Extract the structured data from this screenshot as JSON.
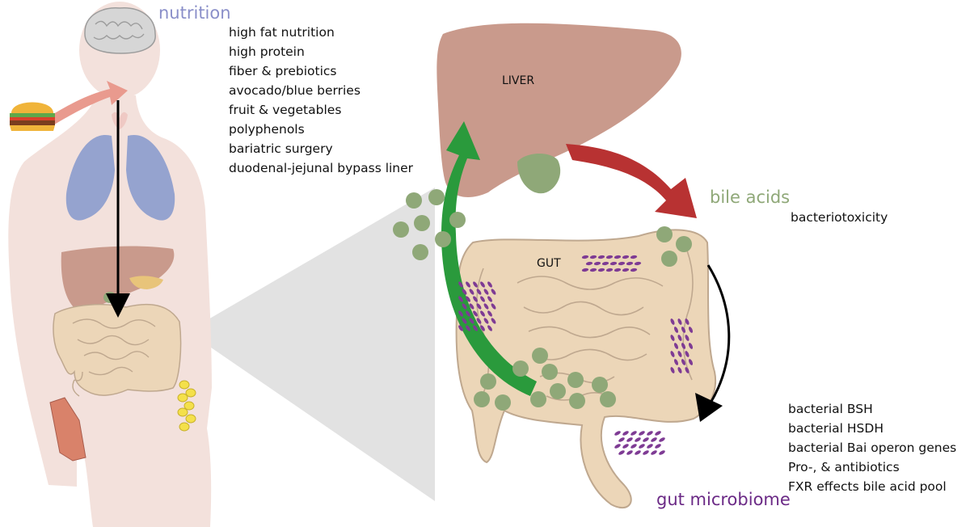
{
  "nutrition": {
    "title": "nutrition",
    "title_color": "#8a8fc9",
    "items": [
      "high fat nutrition",
      "high protein",
      "fiber & prebiotics",
      "avocado/blue berries",
      "fruit & vegetables",
      "polyphenols",
      "bariatric surgery",
      "duodenal-jejunal bypass liner"
    ]
  },
  "liver": {
    "label": "LIVER"
  },
  "bile_acids": {
    "title": "bile acids",
    "title_color": "#8fa878",
    "items": [
      "bacteriotoxicity"
    ]
  },
  "gut": {
    "label": "GUT"
  },
  "gut_microbiome": {
    "title": "gut microbiome",
    "title_color": "#6b2a86",
    "items": [
      "bacterial BSH",
      "bacterial HSDH",
      "bacterial Bai operon genes",
      "Pro-, & antibiotics",
      "FXR effects bile acid pool"
    ]
  },
  "colors": {
    "body": "#f3e1dc",
    "liver": "#c99a8c",
    "lungs": "#95a3cf",
    "gut": "#ecd6b8",
    "gallbladder": "#8fa878",
    "bacteria": "#7e3b94",
    "green_arrow": "#2a9a3c",
    "red_arrow": "#b83232"
  }
}
